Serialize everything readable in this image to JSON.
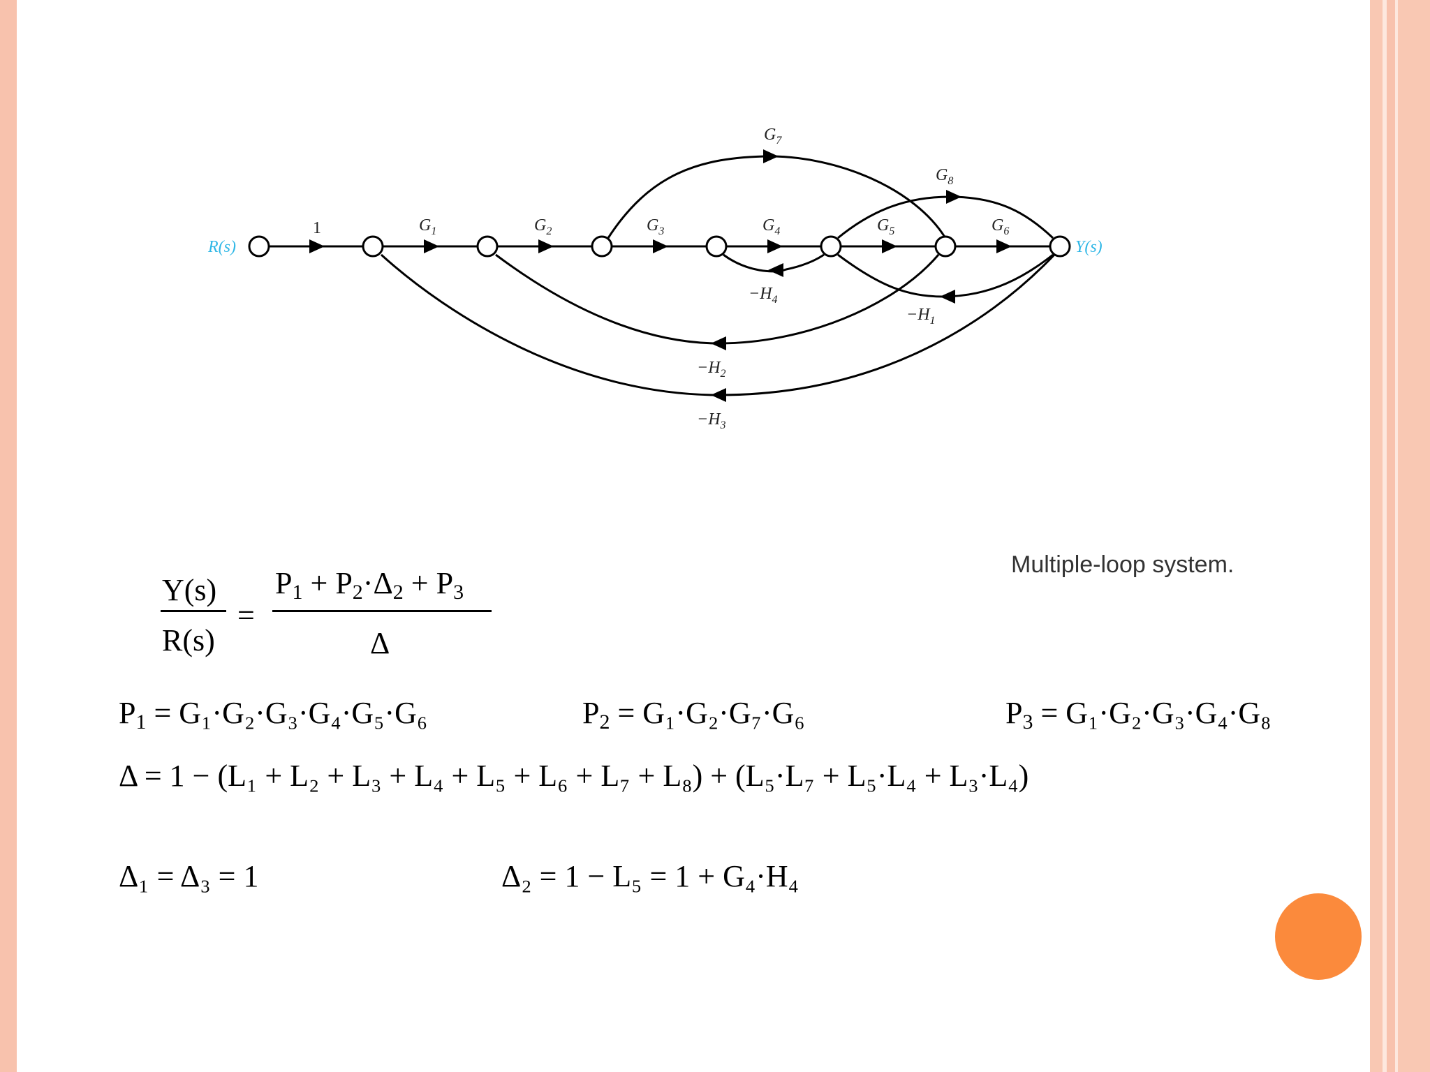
{
  "diagram": {
    "input_label": "R(s)",
    "output_label": "Y(s)",
    "branch_1": "1",
    "g1": "G",
    "g1_sub": "1",
    "g2": "G",
    "g2_sub": "2",
    "g3": "G",
    "g3_sub": "3",
    "g4": "G",
    "g4_sub": "4",
    "g5": "G",
    "g5_sub": "5",
    "g6": "G",
    "g6_sub": "6",
    "g7": "G",
    "g7_sub": "7",
    "g8": "G",
    "g8_sub": "8",
    "h1": "−H",
    "h1_sub": "1",
    "h2": "−H",
    "h2_sub": "2",
    "h3": "−H",
    "h3_sub": "3",
    "h4": "−H",
    "h4_sub": "4",
    "caption": "Multiple-loop system."
  },
  "equations": {
    "tf_num": "Y(s)",
    "tf_den": "R(s)",
    "equals": "=",
    "tf_rhs_num": {
      "p1": "P",
      "p1_sub": "1",
      "plus1": " + ",
      "p2": "P",
      "p2_sub": "2",
      "dot": "·Δ",
      "d2_sub": "2",
      "plus2": " + ",
      "p3": "P",
      "p3_sub": "3"
    },
    "tf_rhs_den": "Δ",
    "p1_line": {
      "lhs": "P",
      "lhs_sub": "1",
      "rhs": " = G₁·G₂·G₃·G₄·G₅·G₆"
    },
    "p2_line": {
      "lhs": "P",
      "lhs_sub": "2",
      "rhs": " = G₁·G₂·G₇·G₆"
    },
    "p3_line": {
      "lhs": "P",
      "lhs_sub": "3",
      "rhs": " = G₁·G₂·G₃·G₄·G₈"
    },
    "delta_line": "Δ = 1 − (L₁ + L₂ + L₃ + L₄ + L₅ + L₆ + L₇ + L₈) + (L₅·L₇ + L₅·L₄ + L₃·L₄)",
    "delta13_line": "Δ₁ = Δ₃ = 1",
    "delta2_line": "Δ₂ = 1 − L₅ = 1 + G₄·H₄"
  }
}
